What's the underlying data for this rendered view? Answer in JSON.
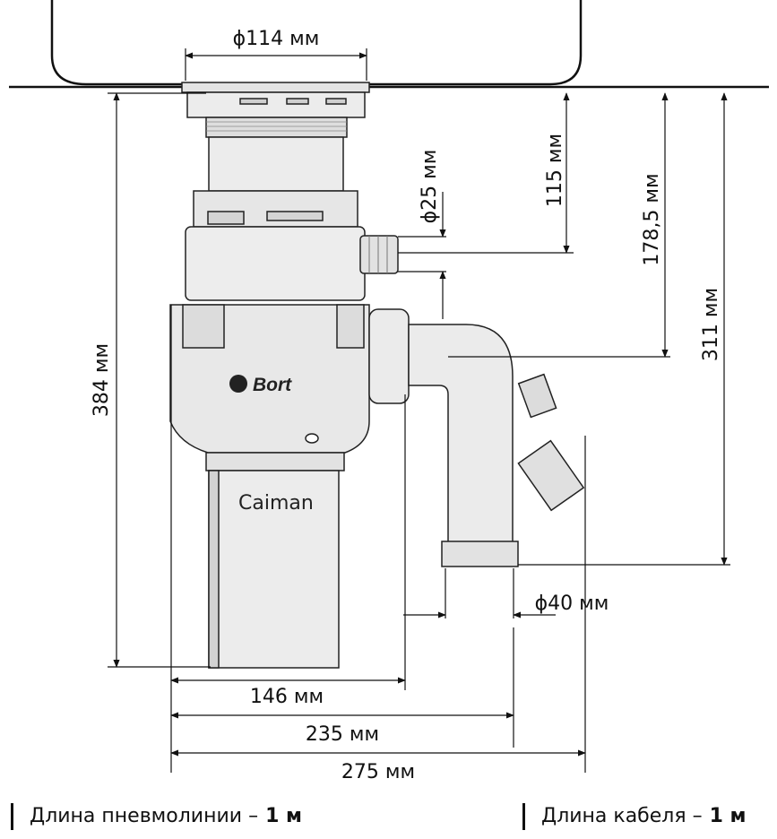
{
  "product": {
    "brand": "Bort",
    "model": "Caiman"
  },
  "dimensions": {
    "flange_diameter": "ϕ114 мм",
    "inlet_diameter": "ϕ25 мм",
    "inlet_height": "115 мм",
    "outlet_height": "178,5 мм",
    "drain_height": "311 мм",
    "total_height": "384 мм",
    "drain_diameter": "ϕ40 мм",
    "body_width": "146 мм",
    "outlet_width": "235 мм",
    "total_width": "275 мм"
  },
  "footer": {
    "air_line_label": "Длина пневмолинии –",
    "air_line_value": "1 м",
    "cable_label": "Длина кабеля –",
    "cable_value": "1 м"
  },
  "colors": {
    "line": "#111111",
    "body_fill": "#ececec",
    "body_shade": "#d9d9d9"
  }
}
